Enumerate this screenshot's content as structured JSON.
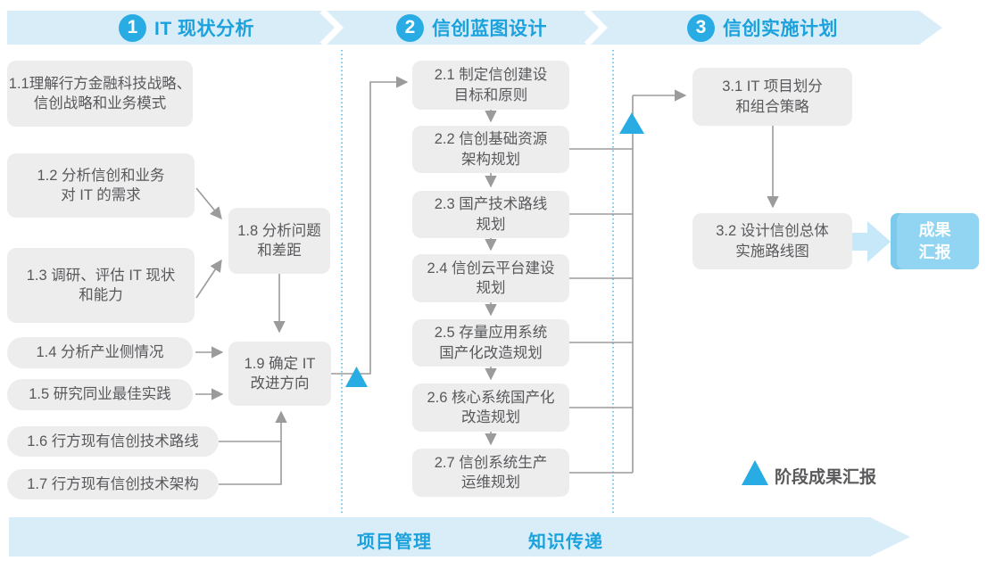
{
  "colors": {
    "accent": "#29ace3",
    "header_text": "#1ba2dd",
    "band_bg": "#d9edf8",
    "node_bg": "#ededee",
    "node_text": "#58595b",
    "connector_gray": "#9b9b9b",
    "result_box_bg": "#92d5f2",
    "thick_arrow": "#c7e8f8"
  },
  "phases": [
    {
      "number": "1",
      "title": "IT 现状分析"
    },
    {
      "number": "2",
      "title": "信创蓝图设计"
    },
    {
      "number": "3",
      "title": "信创实施计划"
    }
  ],
  "nodes": {
    "n11": {
      "label": "1.1理解行方金融科技战略、\n信创战略和业务模式"
    },
    "n12": {
      "label": "1.2 分析信创和业务\n对 IT 的需求"
    },
    "n13": {
      "label": "1.3 调研、评估 IT 现状\n和能力"
    },
    "n14": {
      "label": "1.4 分析产业侧情况"
    },
    "n15": {
      "label": "1.5 研究同业最佳实践"
    },
    "n16": {
      "label": "1.6 行方现有信创技术路线"
    },
    "n17": {
      "label": "1.7 行方现有信创技术架构"
    },
    "n18": {
      "label": "1.8 分析问题\n和差距"
    },
    "n19": {
      "label": "1.9 确定 IT\n改进方向"
    },
    "n21": {
      "label": "2.1 制定信创建设\n目标和原则"
    },
    "n22": {
      "label": "2.2 信创基础资源\n架构规划"
    },
    "n23": {
      "label": "2.3 国产技术路线\n规划"
    },
    "n24": {
      "label": "2.4 信创云平台建设\n规划"
    },
    "n25": {
      "label": "2.5 存量应用系统\n国产化改造规划"
    },
    "n26": {
      "label": "2.6 核心系统国产化\n改造规划"
    },
    "n27": {
      "label": "2.7 信创系统生产\n运维规划"
    },
    "n31": {
      "label": "3.1 IT 项目划分\n和组合策略"
    },
    "n32": {
      "label": "3.2 设计信创总体\n实施路线图"
    }
  },
  "result_box": {
    "label": "成果\n汇报"
  },
  "legend": {
    "label": "阶段成果汇报"
  },
  "bottom_band": {
    "items": [
      "项目管理",
      "知识传递"
    ]
  }
}
